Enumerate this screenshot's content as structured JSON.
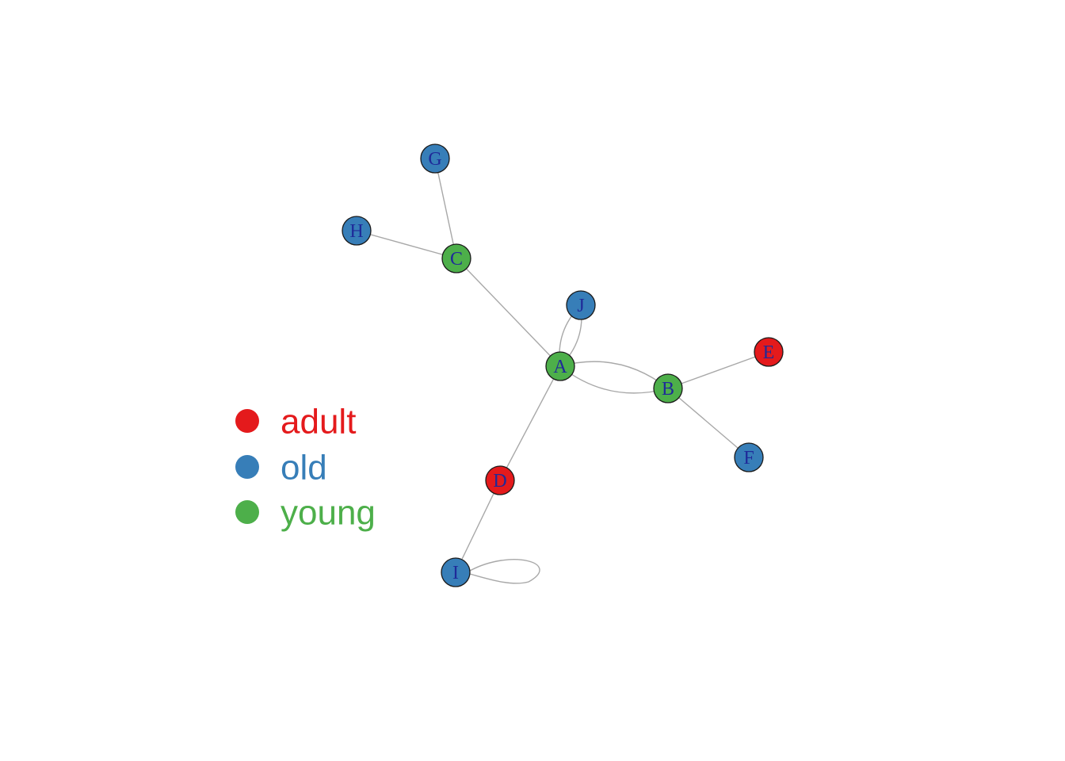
{
  "colors": {
    "adult": "#e41a1c",
    "old": "#377eb8",
    "young": "#4daf4a",
    "edge": "#a8a8a8",
    "label": "#1f2a99"
  },
  "nodes": {
    "A": {
      "label": "A",
      "group": "young"
    },
    "B": {
      "label": "B",
      "group": "young"
    },
    "C": {
      "label": "C",
      "group": "young"
    },
    "D": {
      "label": "D",
      "group": "adult"
    },
    "E": {
      "label": "E",
      "group": "adult"
    },
    "F": {
      "label": "F",
      "group": "old"
    },
    "G": {
      "label": "G",
      "group": "old"
    },
    "H": {
      "label": "H",
      "group": "old"
    },
    "I": {
      "label": "I",
      "group": "old"
    },
    "J": {
      "label": "J",
      "group": "old"
    }
  },
  "edges": [
    {
      "from": "G",
      "to": "C"
    },
    {
      "from": "H",
      "to": "C"
    },
    {
      "from": "C",
      "to": "A"
    },
    {
      "from": "A",
      "to": "J"
    },
    {
      "from": "J",
      "to": "A"
    },
    {
      "from": "A",
      "to": "B"
    },
    {
      "from": "B",
      "to": "A"
    },
    {
      "from": "B",
      "to": "E"
    },
    {
      "from": "B",
      "to": "F"
    },
    {
      "from": "A",
      "to": "D"
    },
    {
      "from": "D",
      "to": "I"
    },
    {
      "from": "I",
      "to": "I"
    }
  ],
  "legend": {
    "items": [
      {
        "label": "adult",
        "group": "adult"
      },
      {
        "label": "old",
        "group": "old"
      },
      {
        "label": "young",
        "group": "young"
      }
    ]
  }
}
